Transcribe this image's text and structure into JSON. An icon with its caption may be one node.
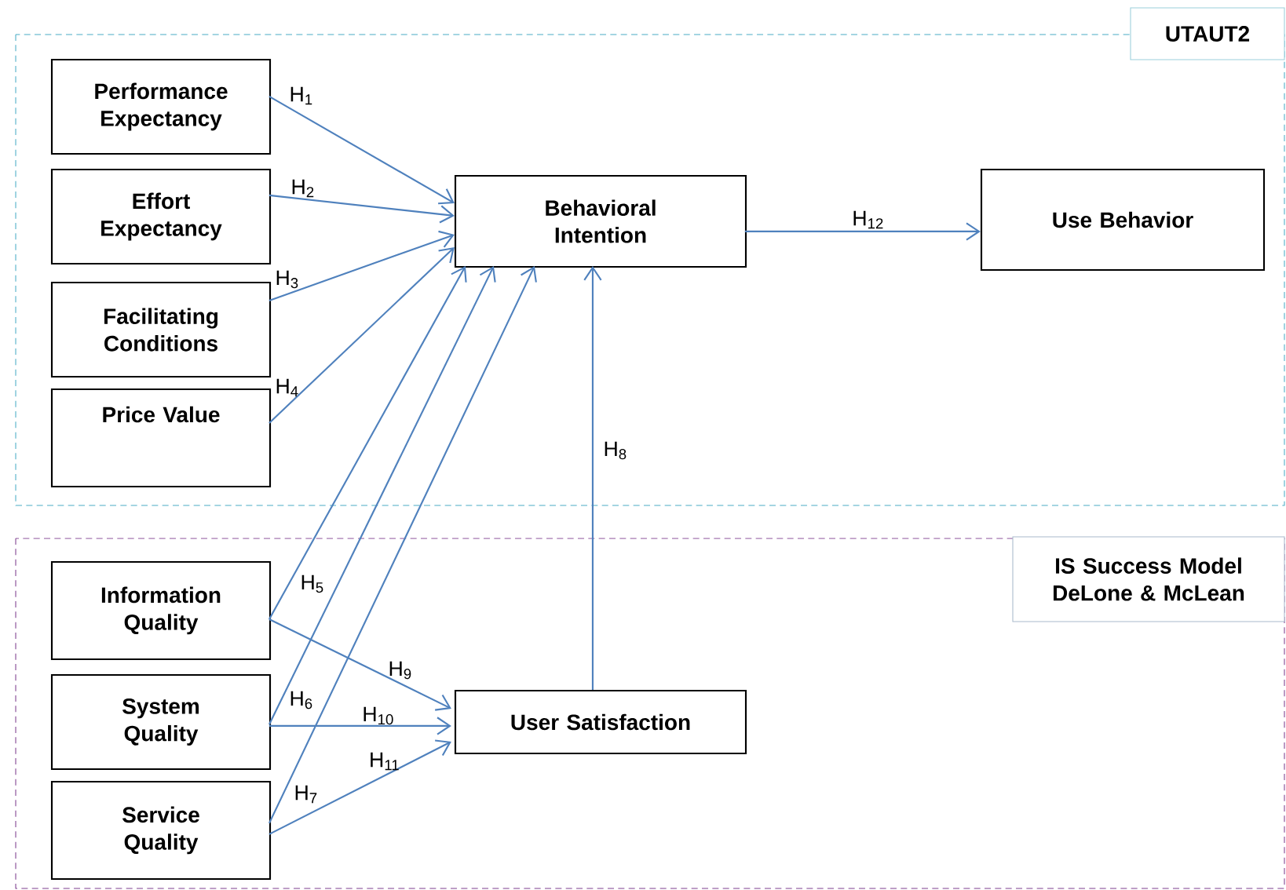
{
  "diagram": {
    "nodes": [
      {
        "text": [
          "UTAUT2"
        ]
      },
      {
        "text": [
          "Performance Expectancy"
        ],
        "in": 0
      },
      {
        "text": [
          "Effort Expectancy"
        ],
        "in": 0
      },
      {
        "text": [
          "Facilitating Conditions"
        ],
        "in": 0
      },
      {
        "text": [
          "Price Value"
        ],
        "in": 0
      },
      {
        "text": [
          "Behavioral Intention"
        ],
        "in": 0
      },
      {
        "text": [
          "Use Behavior"
        ],
        "in": 0
      },
      {
        "text": [
          "IS Success Model DeLone & McLean"
        ]
      },
      {
        "text": [
          "Information Quality"
        ],
        "in": 7
      },
      {
        "text": [
          "System Quality"
        ],
        "in": 7
      },
      {
        "text": [
          "Service Quality"
        ],
        "in": 7
      },
      {
        "text": [
          "User Satisfaction"
        ],
        "in": 7
      }
    ],
    "edges": [
      {
        "from": 1,
        "to": 5,
        "arrow": "to",
        "label": "H$_{1}$"
      },
      {
        "from": 2,
        "to": 5,
        "arrow": "to",
        "label": "H$_{2}$"
      },
      {
        "from": 3,
        "to": 5,
        "arrow": "to",
        "label": "H$_{3}$"
      },
      {
        "from": 4,
        "to": 5,
        "arrow": "to",
        "label": "H$_{4}$"
      },
      {
        "from": 8,
        "to": 5,
        "arrow": "to",
        "label": "H$_{5}$"
      },
      {
        "from": 9,
        "to": 5,
        "arrow": "to",
        "label": "H$_{6}$"
      },
      {
        "from": 10,
        "to": 5,
        "arrow": "to",
        "label": "H$_{7}$"
      },
      {
        "from": 11,
        "to": 5,
        "arrow": "to",
        "label": "H$_{8}$"
      },
      {
        "from": 8,
        "to": 11,
        "arrow": "to",
        "label": "H$_{9}$"
      },
      {
        "from": 9,
        "to": 11,
        "arrow": "to",
        "label": "H$_{10}$"
      },
      {
        "from": 10,
        "to": 11,
        "arrow": "to",
        "label": "H$_{11}$"
      },
      {
        "from": 5,
        "to": 6,
        "arrow": "to",
        "label": "H$_{12}$"
      }
    ]
  }
}
